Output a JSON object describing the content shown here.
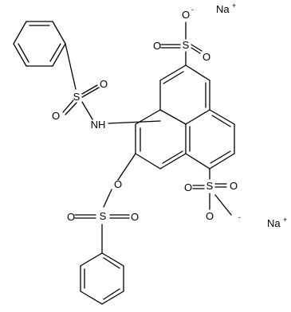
{
  "atoms": {
    "o_a1": "O",
    "o_a2": "O",
    "o_a3": "O",
    "s_a": "S",
    "o_b1": "O",
    "o_b2": "O",
    "o_b3": "O",
    "s_b": "S",
    "s_top": "S",
    "o_top1": "O",
    "o_top2": "O",
    "nh": "NH",
    "o_link": "O",
    "s_bot": "S",
    "o_bot1": "O",
    "o_bot2": "O"
  },
  "charges": {
    "o_a1": "-",
    "o_b3": "-",
    "na1": "+",
    "na2": "+"
  },
  "ions": {
    "na1": "Na",
    "na2": "Na"
  }
}
